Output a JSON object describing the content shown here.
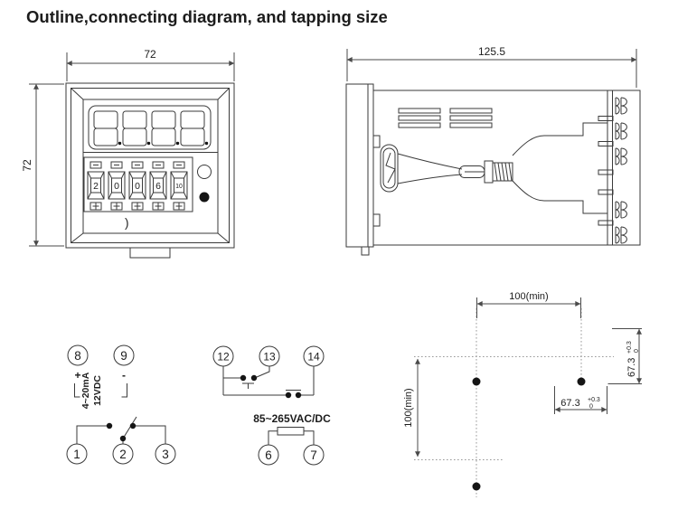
{
  "title": "Outline,connecting diagram, and tapping size",
  "colors": {
    "ink": "#3a3a3a",
    "paper": "#ffffff"
  },
  "front_view": {
    "width_dim": "72",
    "height_dim": "72",
    "thumbwheel_digits": [
      "2",
      "0",
      "0",
      "6",
      "10"
    ],
    "panel_mark": ")"
  },
  "side_view": {
    "depth_dim": "125.5"
  },
  "wiring": {
    "analog_input": {
      "terminal_8": "8",
      "terminal_9": "9",
      "plus": "+",
      "minus": "-",
      "signal_range": "4~20mA",
      "supply": "12VDC"
    },
    "relay_output": {
      "terminal_1": "1",
      "terminal_2": "2",
      "terminal_3": "3"
    },
    "control_contacts": {
      "terminal_12": "12",
      "terminal_13": "13",
      "terminal_14": "14"
    },
    "power_supply": {
      "terminal_6": "6",
      "terminal_7": "7",
      "label": "85~265VAC/DC"
    }
  },
  "tapping_size": {
    "horizontal_spacing": "100(min)",
    "vertical_spacing": "100(min)",
    "cutout_width": "67.3",
    "cutout_height": "67.3",
    "tolerance_upper": "+0.3",
    "tolerance_lower": "0"
  }
}
